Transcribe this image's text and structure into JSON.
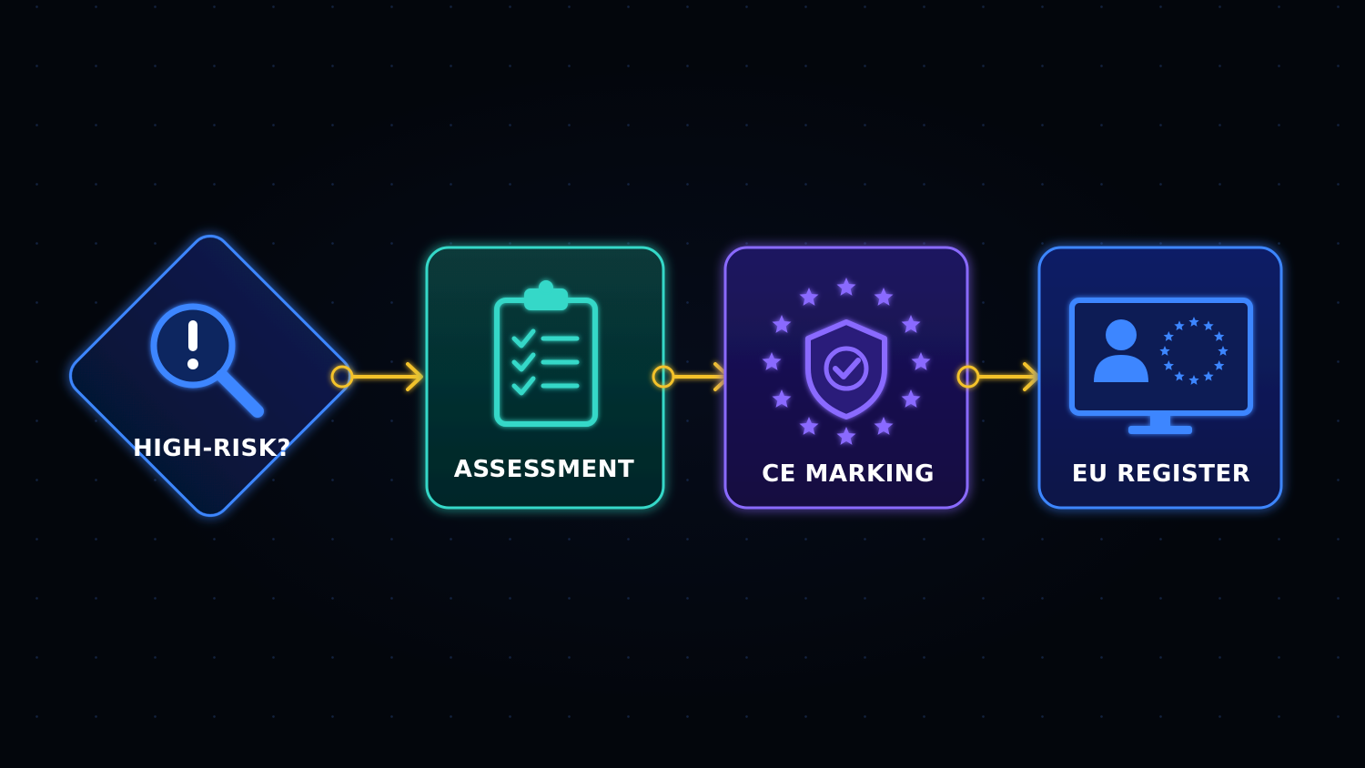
{
  "steps": [
    {
      "label": "HIGH-RISK?",
      "icon": "magnifier-exclamation-icon",
      "color": "#2f7cff"
    },
    {
      "label": "ASSESSMENT",
      "icon": "clipboard-checklist-icon",
      "color": "#34d8c8"
    },
    {
      "label": "CE MARKING",
      "icon": "shield-check-stars-icon",
      "color": "#8a6bff"
    },
    {
      "label": "EU REGISTER",
      "icon": "monitor-user-eu-stars-icon",
      "color": "#3d86ff"
    }
  ],
  "connector_color": "#f4c22b"
}
